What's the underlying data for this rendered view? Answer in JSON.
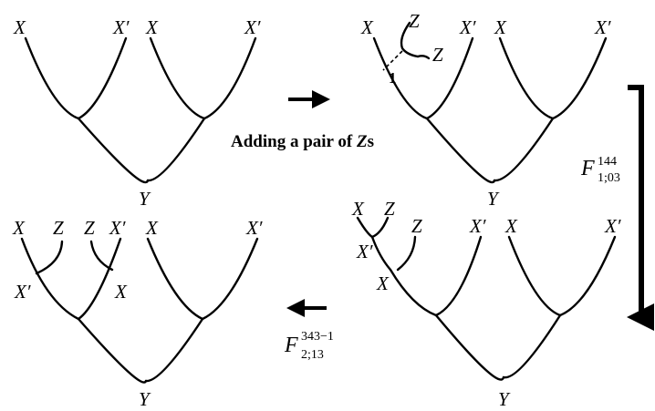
{
  "labels": {
    "X": "X",
    "Xp": "X′",
    "Y": "Y",
    "Z": "Z",
    "one": "1"
  },
  "caption": {
    "text": "Adding a pair of ",
    "italic": "Z",
    "suffix": "s"
  },
  "moves": {
    "f1": {
      "main": "F",
      "sup": "144",
      "sub": "1;03"
    },
    "f2": {
      "main": "F",
      "sup": "343−1",
      "sub": "2;13"
    }
  }
}
